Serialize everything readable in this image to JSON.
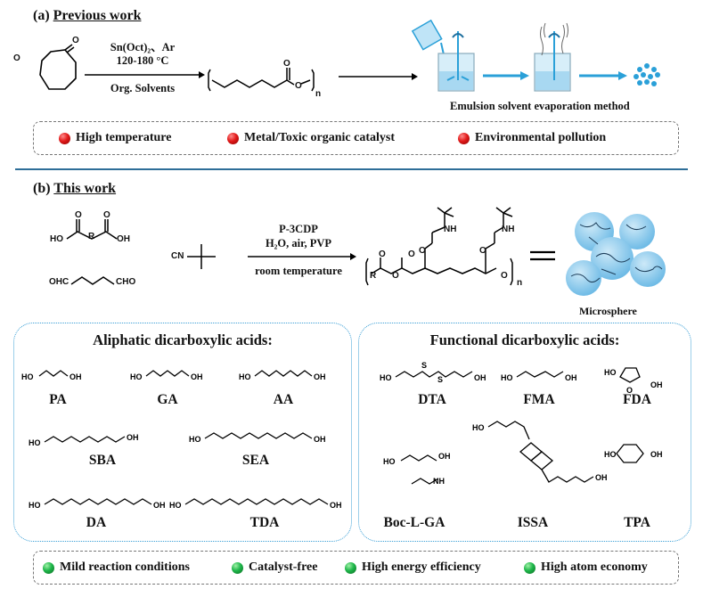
{
  "section_a": {
    "letter": "(a)",
    "title": "Previous work",
    "conditions": [
      "Sn(Oct)₂、Ar",
      "120-180 °C",
      "Org. Solvents"
    ],
    "polymer_subscript": "n",
    "method_label": "Emulsion solvent evaporation method",
    "drawbacks": [
      "High temperature",
      "Metal/Toxic organic catalyst",
      "Environmental pollution"
    ]
  },
  "section_b": {
    "letter": "(b)",
    "title": "This work",
    "reagent_acid": {
      "ho_left": "HO",
      "ho_right": "OH",
      "r": "R",
      "o": "O"
    },
    "reagent_aldehyde": {
      "left": "OHC",
      "right": "CHO"
    },
    "isocyanide": "CN",
    "conditions": [
      "P-3CDP",
      "H₂O, air, PVP",
      "room temperature"
    ],
    "product": {
      "nh": "NH",
      "o": "O",
      "r": "R",
      "n": "n"
    },
    "microsphere_label": "Microsphere",
    "aliphatic": {
      "title": "Aliphatic dicarboxylic acids:",
      "acids": [
        "PA",
        "GA",
        "AA",
        "SBA",
        "SEA",
        "DA",
        "TDA"
      ]
    },
    "functional": {
      "title": "Functional dicarboxylic acids:",
      "acids": [
        "DTA",
        "FMA",
        "FDA",
        "Boc-L-GA",
        "ISSA",
        "TPA"
      ],
      "atoms": {
        "ho": "HO",
        "oh": "OH",
        "o": "O",
        "s": "S",
        "nh": "NH"
      }
    },
    "advantages": [
      "Mild reaction conditions",
      "Catalyst-free",
      "High energy efficiency",
      "High atom economy"
    ]
  },
  "colors": {
    "separator": "#2e6e98",
    "box_border_blue": "#3a9fd6",
    "bullet_red": "#e21a1a",
    "bullet_green": "#1eb64a",
    "microsphere": "#7cc3ea",
    "process_arrow": "#2aa0d8"
  }
}
